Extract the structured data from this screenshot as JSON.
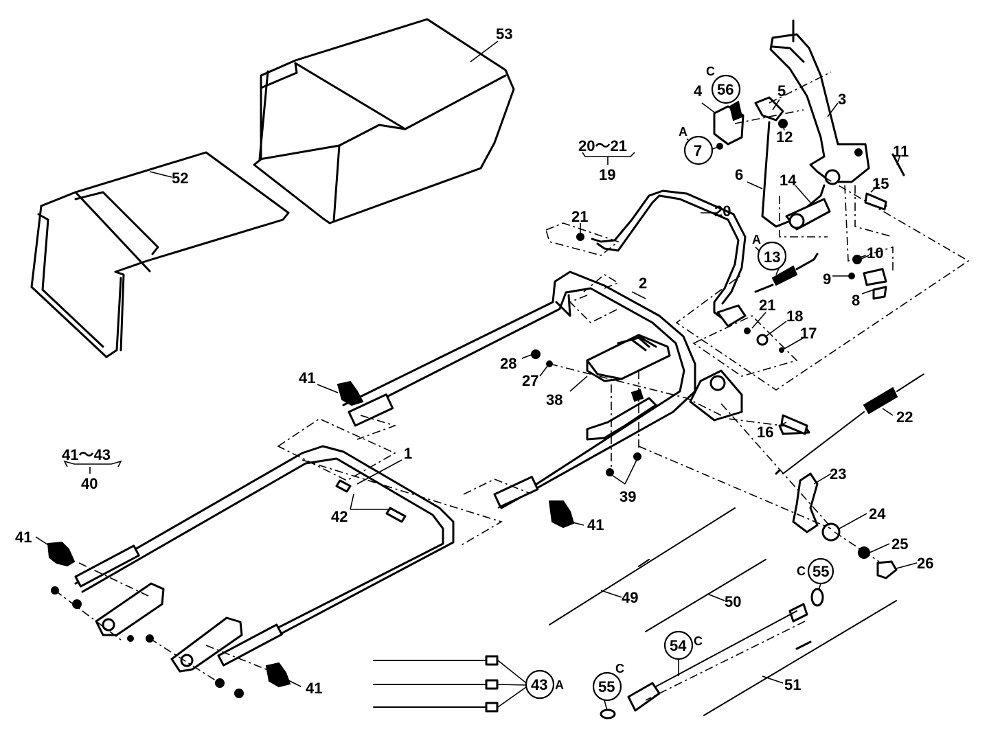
{
  "labels": {
    "p1": "1",
    "p2": "2",
    "p3": "3",
    "p4": "4",
    "p5": "5",
    "p6": "6",
    "p7": "7",
    "p8": "8",
    "p9": "9",
    "p10": "10",
    "p11": "11",
    "p12": "12",
    "p13": "13",
    "p14": "14",
    "p15": "15",
    "p16": "16",
    "p17": "17",
    "p18": "18",
    "p19": "19",
    "p20": "20",
    "p21a": "21",
    "p21b": "21",
    "p22": "22",
    "p23": "23",
    "p24": "24",
    "p25": "25",
    "p26": "26",
    "p27": "27",
    "p28": "28",
    "p38": "38",
    "p39": "39",
    "p40": "40",
    "p41a": "41",
    "p41b": "41",
    "p41c": "41",
    "p41d": "41",
    "p42": "42",
    "p43": "43",
    "p49": "49",
    "p50": "50",
    "p51": "51",
    "p52": "52",
    "p53": "53",
    "p54": "54",
    "p55a": "55",
    "p55b": "55",
    "p56": "56"
  },
  "groups": {
    "g20_21": "20～21",
    "g41_43": "41～43"
  },
  "letters": {
    "l7": "A",
    "l13": "A",
    "l43": "A",
    "l56": "C",
    "l54": "C",
    "l55a": "C",
    "l55b": "C"
  }
}
